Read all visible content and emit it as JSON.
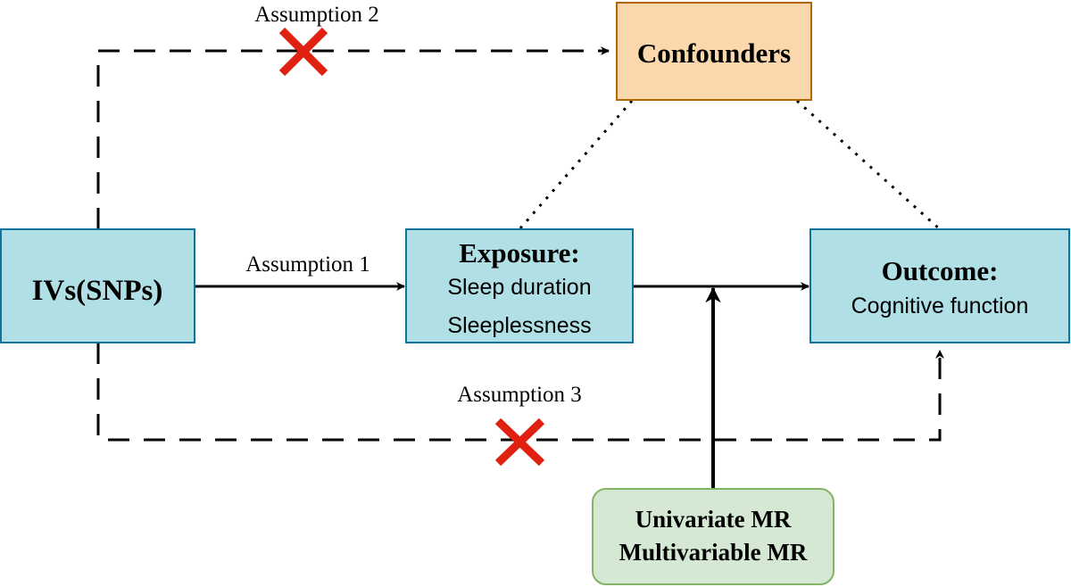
{
  "nodes": {
    "ivs": {
      "label": "IVs(SNPs)"
    },
    "exposure": {
      "title": "Exposure:",
      "line1": "Sleep duration",
      "line2": "Sleeplessness"
    },
    "outcome": {
      "title": "Outcome:",
      "line1": "Cognitive function"
    },
    "confounders": {
      "label": "Confounders"
    },
    "methods": {
      "line1": "Univariate MR",
      "line2": "Multivariable MR"
    }
  },
  "edges": {
    "assumption1": "Assumption 1",
    "assumption2": "Assumption 2",
    "assumption3": "Assumption 3"
  },
  "colors": {
    "teal_fill": "#b0e0e6",
    "teal_stroke": "#10739e",
    "confounder_fill": "#fad7ac",
    "confounder_stroke": "#b46504",
    "method_fill": "#d5e8d4",
    "method_stroke": "#82b366",
    "cross": "#e02010"
  }
}
